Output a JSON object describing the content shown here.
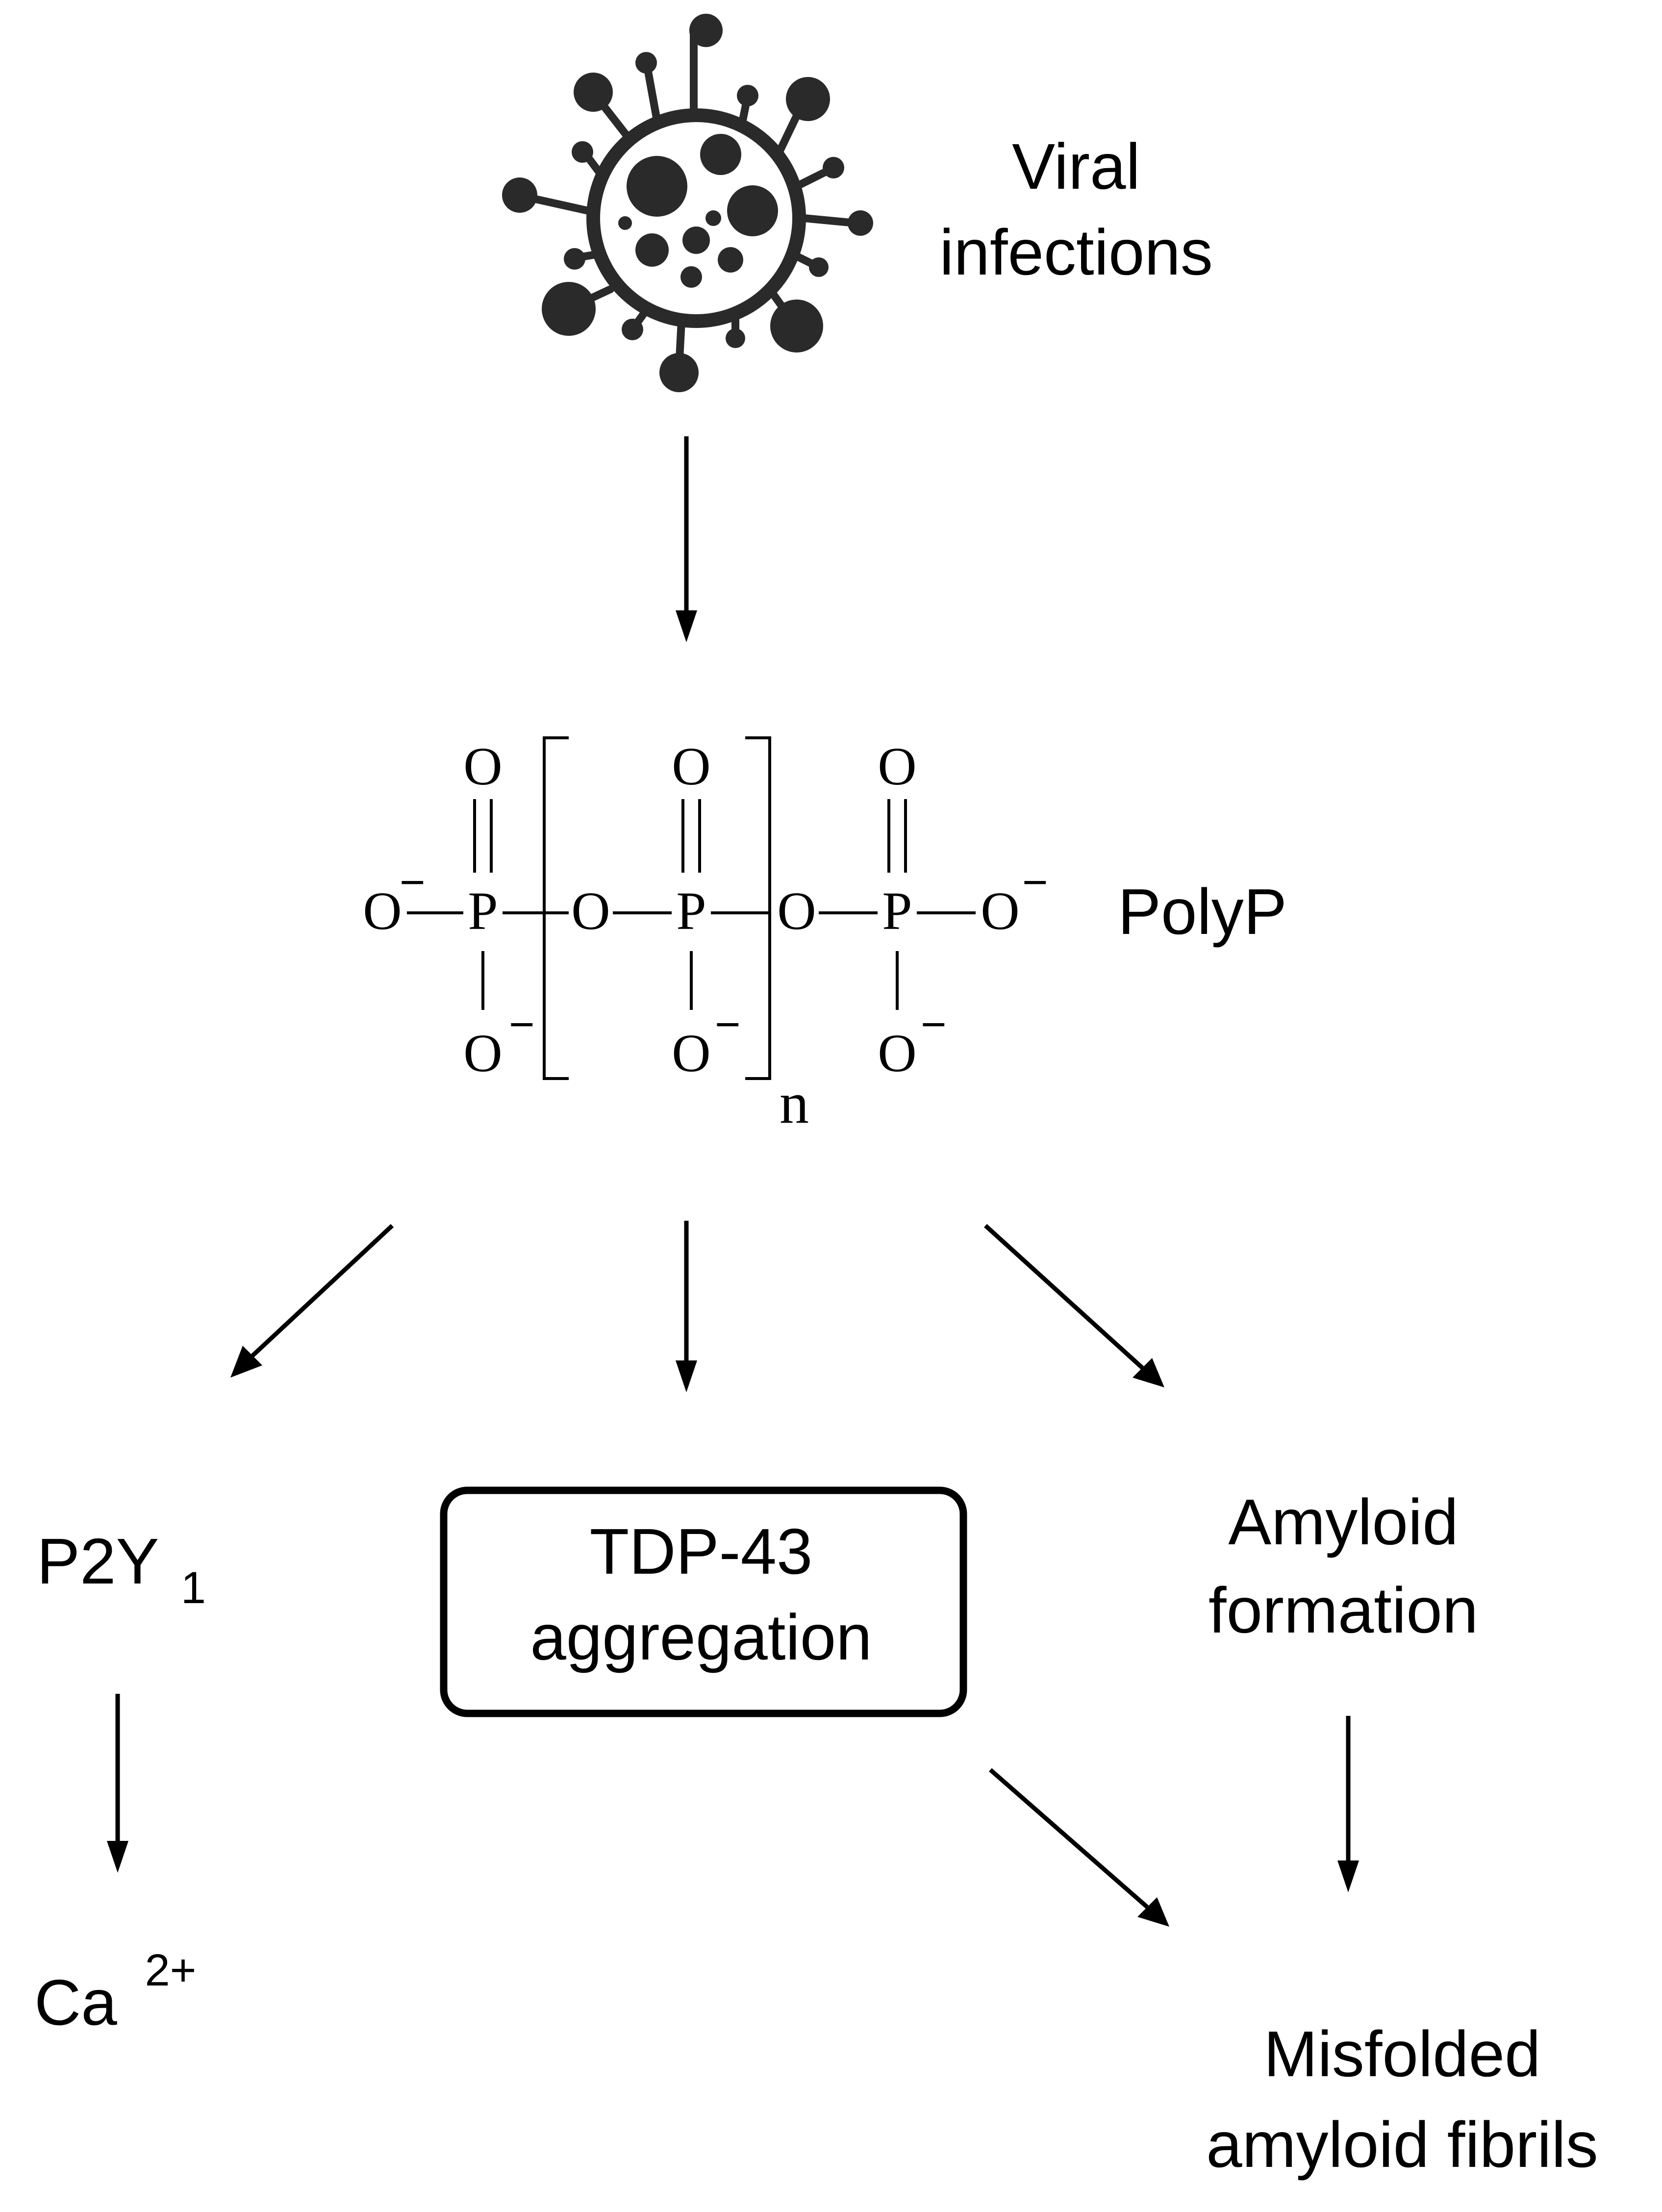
{
  "nodes": {
    "virus_label_line1": "Viral",
    "virus_label_line2": "infections",
    "polyp_label": "PolyP",
    "p2y1_main": "P2Y",
    "p2y1_sub": "1",
    "tdp43_line1": "TDP-43",
    "tdp43_line2": "aggregation",
    "amyloid_line1": "Amyloid",
    "amyloid_line2": "formation",
    "calcium_main": "Ca",
    "calcium_sup": "2+",
    "misfolded_line1": "Misfolded",
    "misfolded_line2": "amyloid fibrils"
  },
  "structure": {
    "oxygen": "O",
    "phosphorus": "P",
    "minus": "−",
    "repeat_n": "n"
  },
  "icons": [
    "virus-icon"
  ]
}
